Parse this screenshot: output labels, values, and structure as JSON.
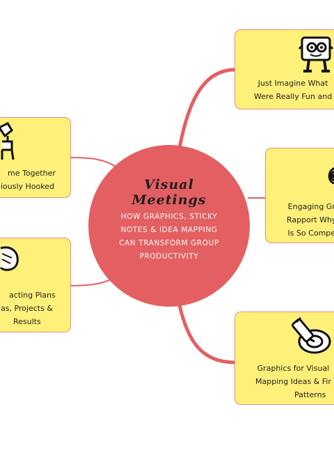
{
  "central": {
    "title": "Visual Meetings",
    "subtitle": "HOW GRAPHICS, STICKY NOTES & IDEA MAPPING CAN TRANSFORM GROUP PRODUCTIVITY"
  },
  "topics": [
    {
      "line1": "Just Imagine What",
      "line2": "Were Really Fun and",
      "icon": "cartoon-character-icon"
    },
    {
      "line1": "Engaging Gr",
      "line2": "Rapport Why",
      "line3": "Is So Compe",
      "icon": "spiral-icon"
    },
    {
      "line1": "Graphics for Visual",
      "line2": "Mapping Ideas & Fir",
      "line3": "Patterns",
      "icon": "pencil-target-icon"
    },
    {
      "line1": "me Together",
      "line2": "iously Hooked",
      "icon": "figure-icon"
    },
    {
      "line1": "acting Plans",
      "line2": "as, Projects &",
      "line3": "Results",
      "icon": "doodle-icon"
    }
  ],
  "colors": {
    "hub": "#e35f62",
    "card": "#fff07a",
    "card_border": "#e58a88",
    "connector": "#e35f62"
  }
}
